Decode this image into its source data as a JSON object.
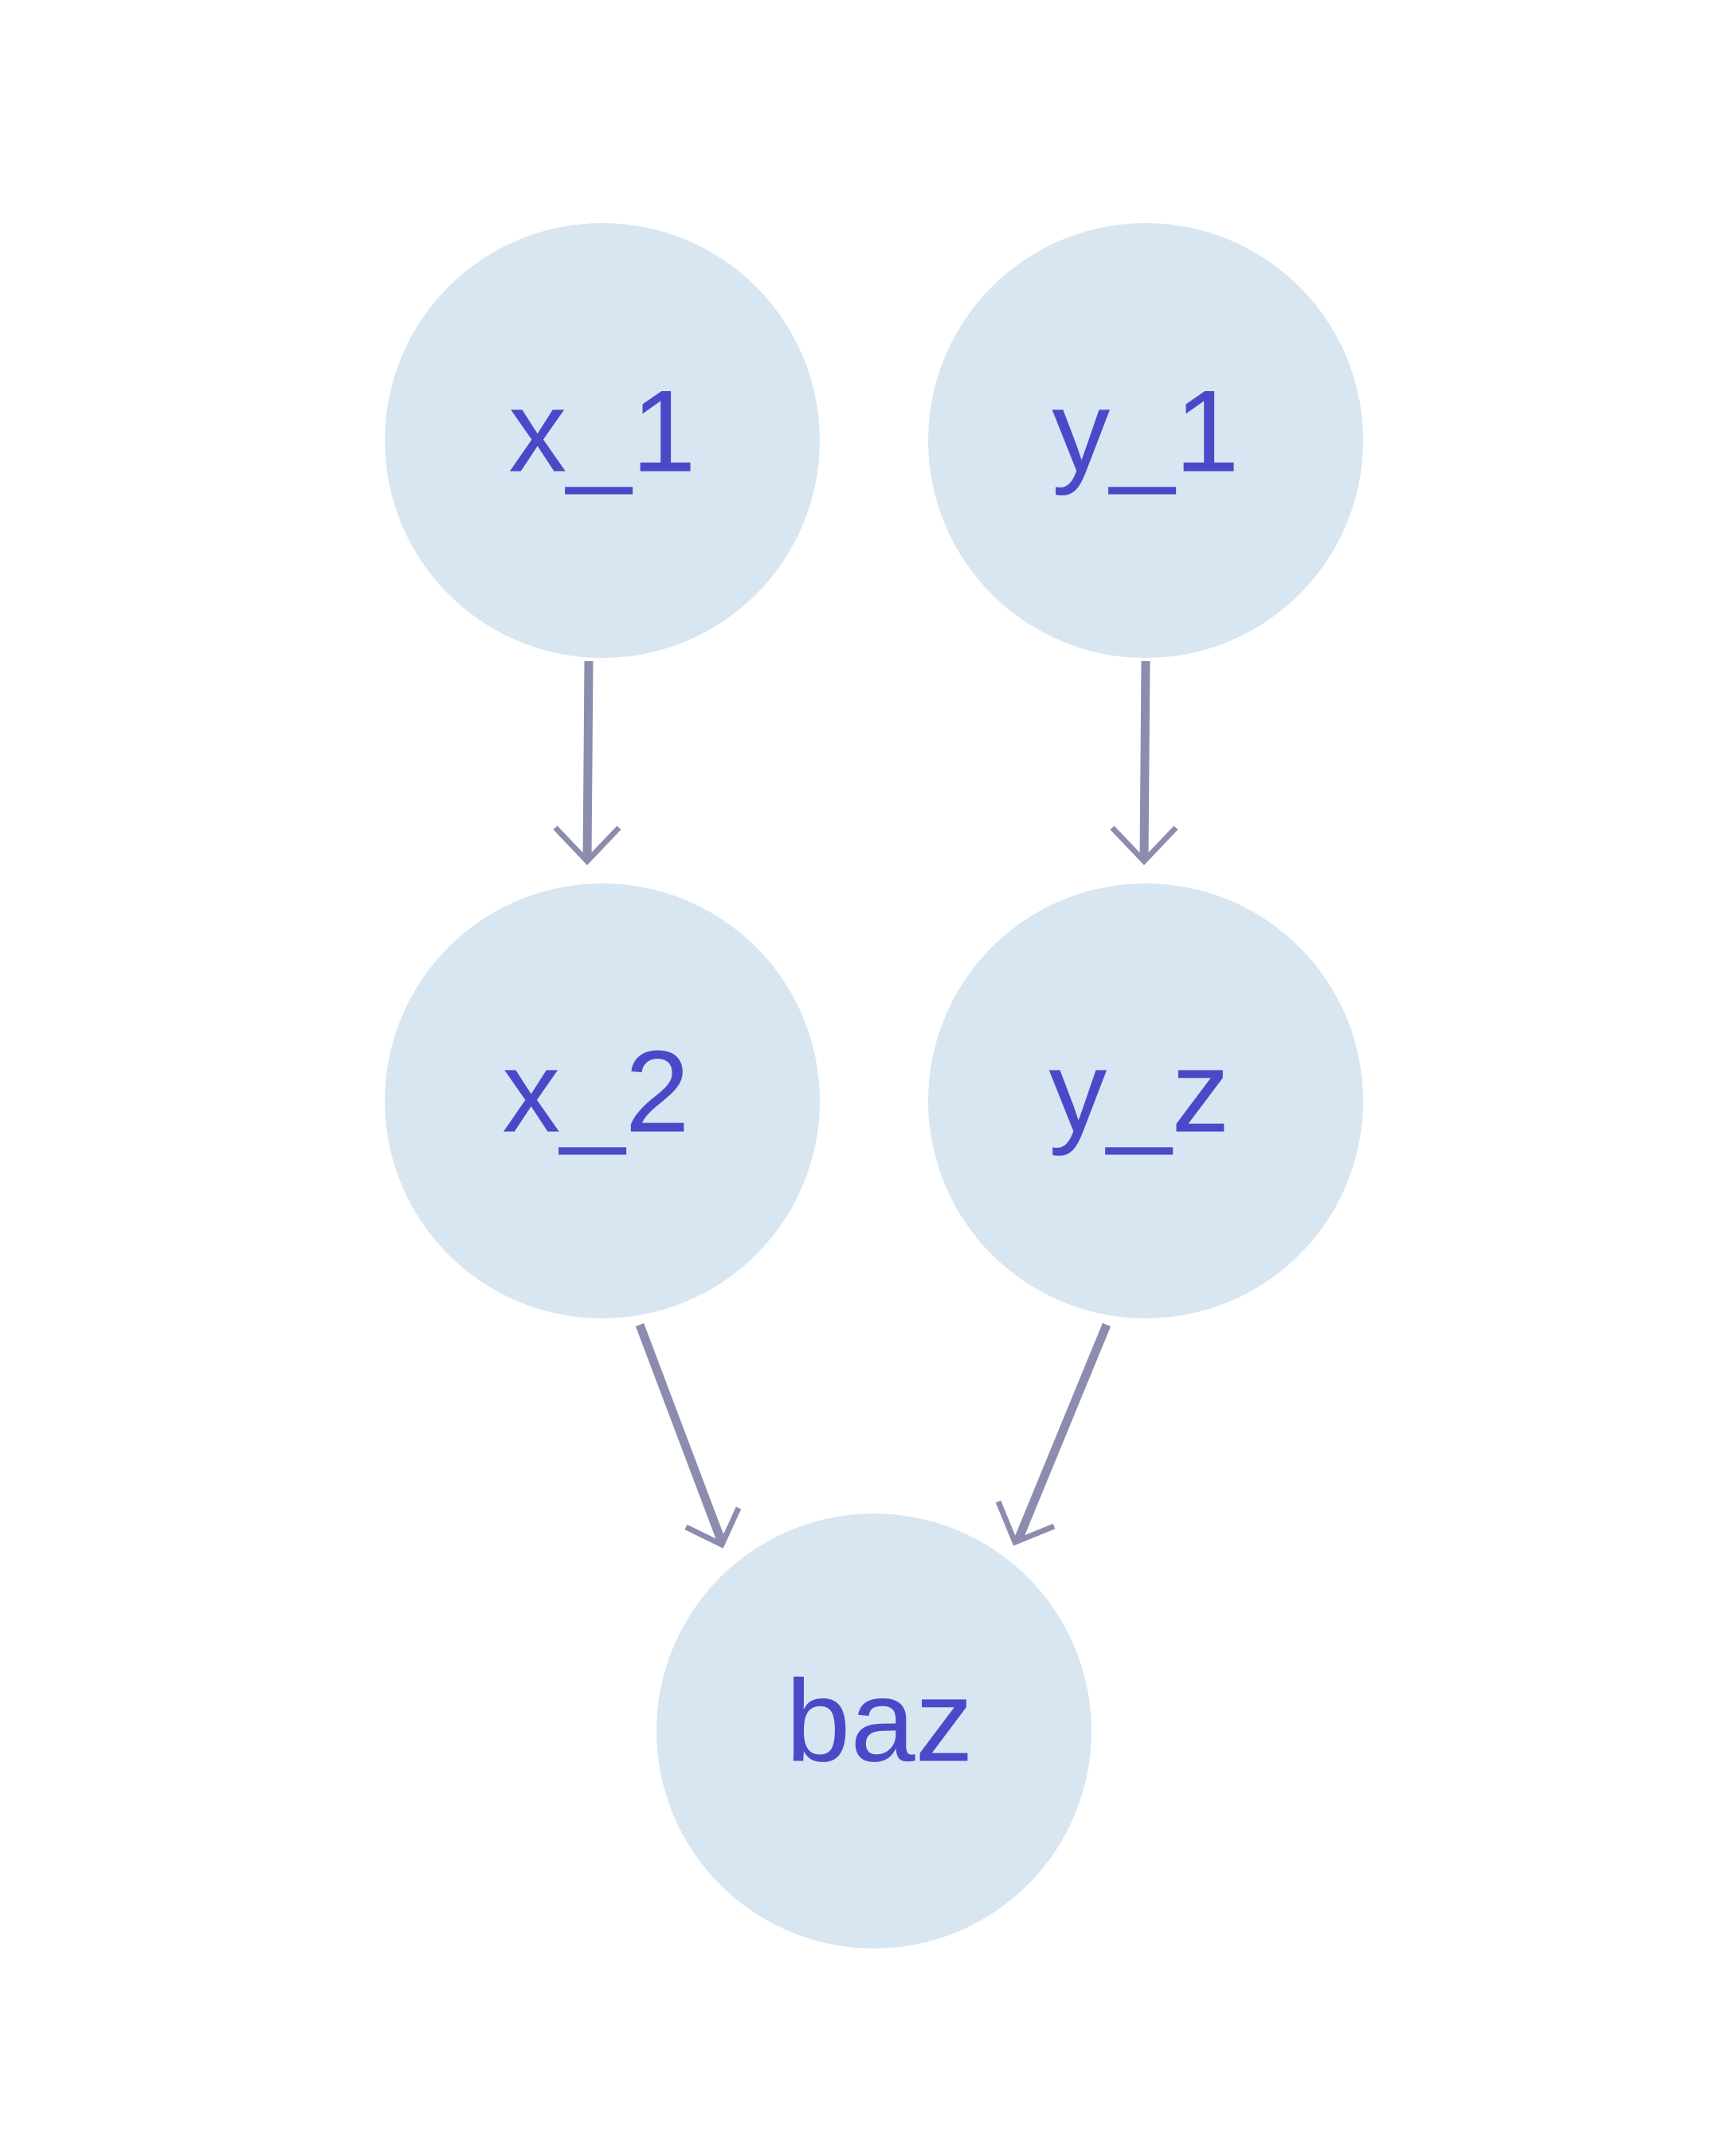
{
  "diagram": {
    "colors": {
      "node_fill": "#d8e6f2",
      "label": "#4a4ac9",
      "edge": "#8c8cae",
      "background": "#ffffff"
    },
    "nodes": [
      {
        "id": "x_1",
        "label": "x_1"
      },
      {
        "id": "y_1",
        "label": "y_1"
      },
      {
        "id": "x_2",
        "label": "x_2"
      },
      {
        "id": "y_z",
        "label": "y_z"
      },
      {
        "id": "baz",
        "label": "baz"
      }
    ],
    "edges": [
      {
        "from": "x_1",
        "to": "x_2"
      },
      {
        "from": "y_1",
        "to": "y_z"
      },
      {
        "from": "x_2",
        "to": "baz"
      },
      {
        "from": "y_z",
        "to": "baz"
      }
    ]
  }
}
